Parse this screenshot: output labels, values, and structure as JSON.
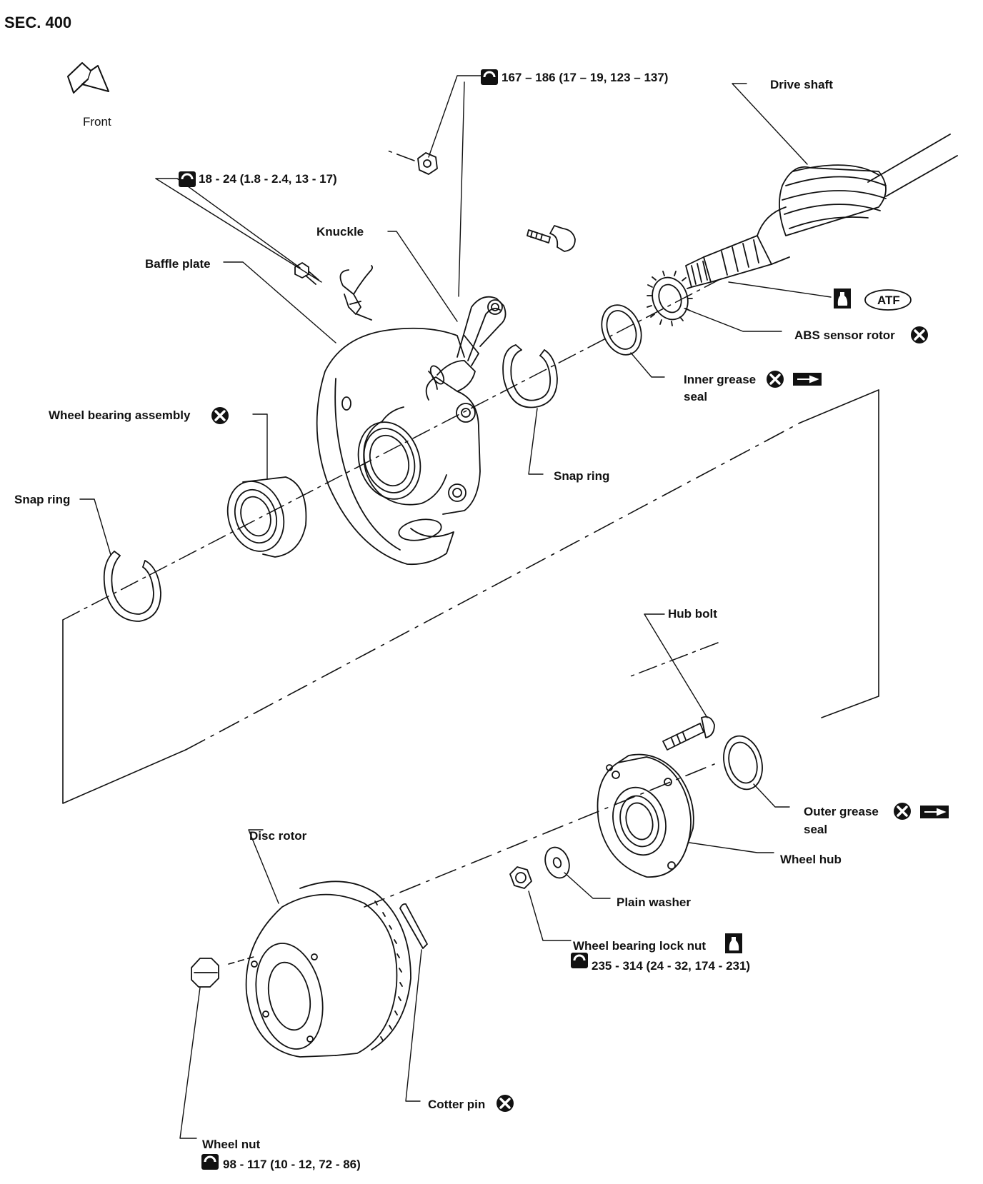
{
  "header": {
    "section": "SEC. 400",
    "front_label": "Front"
  },
  "labels": {
    "drive_shaft": "Drive shaft",
    "torque_caliper": "167 – 186 (17 – 19, 123 – 137)",
    "torque_sensor": "18 - 24 (1.8 - 2.4, 13 - 17)",
    "knuckle": "Knuckle",
    "baffle_plate": "Baffle plate",
    "atf": "ATF",
    "abs_sensor_rotor": "ABS sensor rotor",
    "inner_grease_seal_1": "Inner grease",
    "inner_grease_seal_2": "seal",
    "wheel_bearing_assembly": "Wheel bearing assembly",
    "snap_ring_right": "Snap ring",
    "snap_ring_left": "Snap ring",
    "hub_bolt": "Hub bolt",
    "outer_grease_seal_1": "Outer grease",
    "outer_grease_seal_2": "seal",
    "wheel_hub": "Wheel hub",
    "disc_rotor": "Disc rotor",
    "plain_washer": "Plain washer",
    "wheel_bearing_lock_nut": "Wheel bearing lock nut",
    "torque_lock_nut": "235 - 314 (24 - 32, 174 - 231)",
    "cotter_pin": "Cotter pin",
    "wheel_nut": "Wheel nut",
    "torque_wheel_nut": "98 - 117 (10 - 12, 72 - 86)"
  },
  "symbols": {
    "torque": "torque-wrench-icon",
    "replace": "do-not-reuse-x-icon",
    "grease": "multi-purpose-grease-icon",
    "oil": "apply-oil-icon"
  },
  "colors": {
    "ink": "#111111",
    "paper": "#ffffff"
  }
}
